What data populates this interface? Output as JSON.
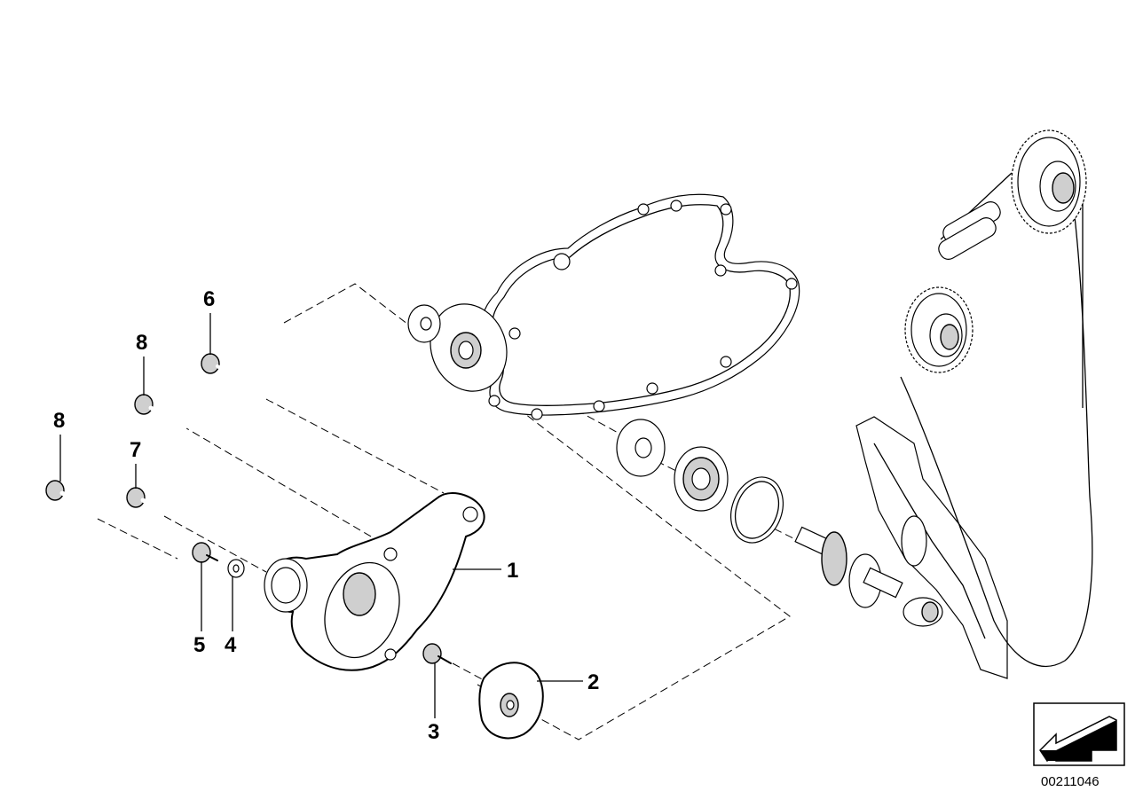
{
  "diagram": {
    "callouts": [
      "1",
      "2",
      "3",
      "4",
      "5",
      "6",
      "7",
      "8",
      "8"
    ],
    "doc_number": "00211046"
  }
}
